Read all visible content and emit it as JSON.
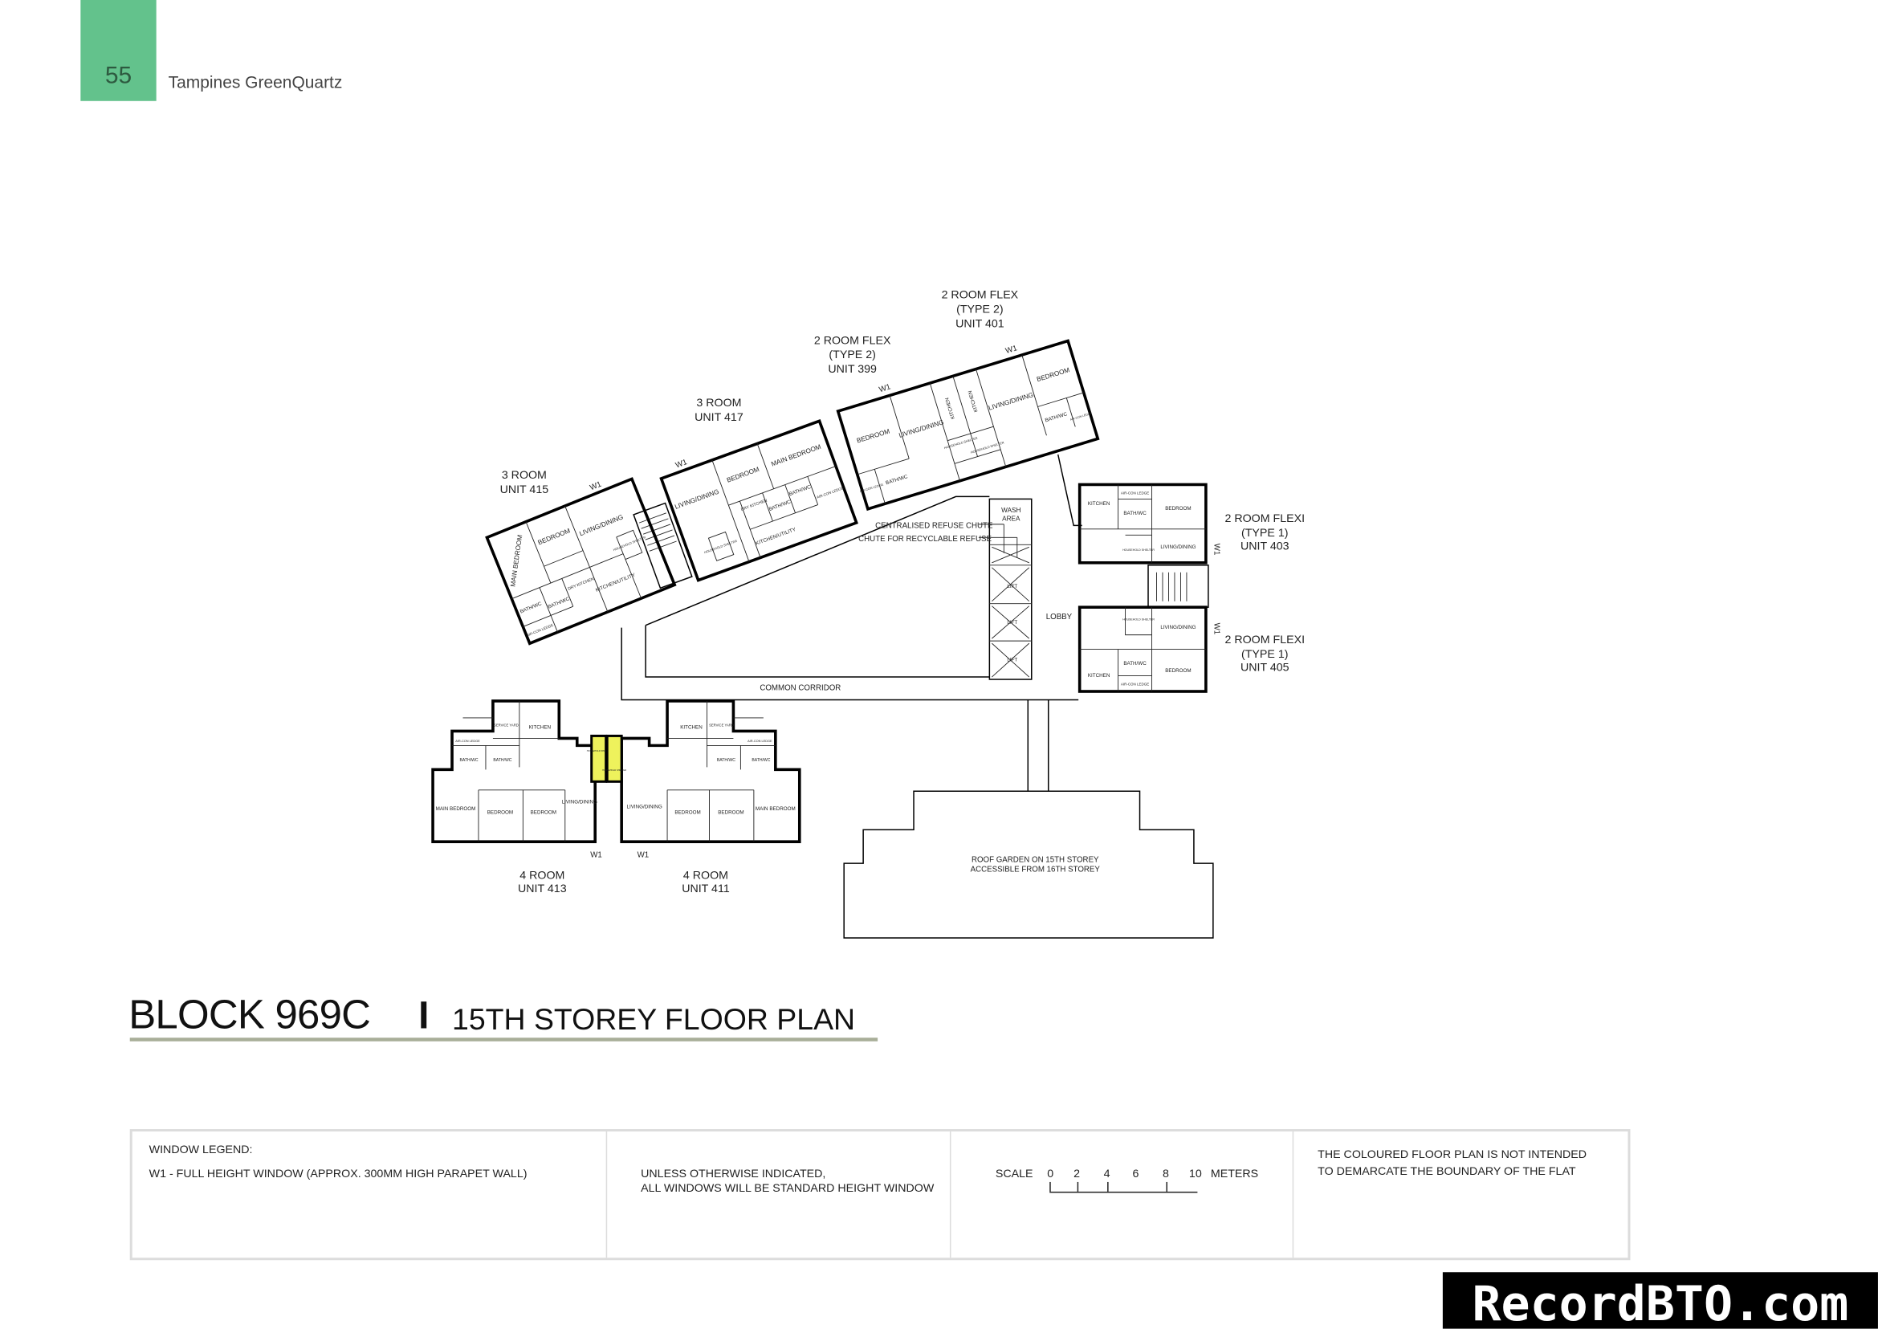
{
  "header": {
    "page_number": "55",
    "document_name": "Tampines GreenQuartz",
    "accent_color": "#63c28c"
  },
  "title": {
    "block": "BLOCK 969C",
    "separator": "I",
    "subtitle": "15TH STOREY FLOOR PLAN"
  },
  "colors": {
    "three_room": "#a5d17a",
    "two_room_flex_type2": "#e2836b",
    "two_room_flexi_type1": "#f5b98d",
    "four_room": "#eef25c"
  },
  "plan": {
    "units": {
      "u415": {
        "type": "3 ROOM",
        "unit": "UNIT 415",
        "rooms": [
          "MAIN BEDROOM",
          "BEDROOM",
          "LIVING/DINING",
          "BATH/WC",
          "BATH/WC",
          "DRY KITCHEN",
          "KITCHEN/UTILITY",
          "HOUSEHOLD SHELTER",
          "AIR-CON LEDGE"
        ]
      },
      "u417": {
        "type": "3 ROOM",
        "unit": "UNIT 417",
        "rooms": [
          "LIVING/DINING",
          "BEDROOM",
          "MAIN BEDROOM",
          "HOUSEHOLD SHELTER",
          "DRY KITCHEN",
          "BATH/WC",
          "BATH/WC",
          "KITCHEN/UTILITY",
          "AIR-CON LEDGE"
        ]
      },
      "u399": {
        "type": "2 ROOM FLEX",
        "subtype": "(TYPE 2)",
        "unit": "UNIT 399",
        "rooms": [
          "BEDROOM",
          "LIVING/DINING",
          "KITCHEN",
          "AIR-CON LEDGE",
          "BATH/WC",
          "HOUSEHOLD SHELTER"
        ]
      },
      "u401": {
        "type": "2 ROOM FLEX",
        "subtype": "(TYPE 2)",
        "unit": "UNIT 401",
        "rooms": [
          "KITCHEN",
          "LIVING/DINING",
          "BEDROOM",
          "BATH/WC",
          "AIR-CON LEDGE",
          "HOUSEHOLD SHELTER"
        ]
      },
      "u403": {
        "type": "2 ROOM FLEXI",
        "subtype": "(TYPE 1)",
        "unit": "UNIT 403",
        "rooms": [
          "KITCHEN",
          "AIR-CON LEDGE",
          "BATH/WC",
          "BEDROOM",
          "LIVING/DINING",
          "HOUSEHOLD SHELTER"
        ]
      },
      "u405": {
        "type": "2 ROOM FLEXI",
        "subtype": "(TYPE 1)",
        "unit": "UNIT 405",
        "rooms": [
          "HOUSEHOLD SHELTER",
          "LIVING/DINING",
          "KITCHEN",
          "BATH/WC",
          "AIR-CON LEDGE",
          "BEDROOM"
        ]
      },
      "u413": {
        "type": "4 ROOM",
        "unit": "UNIT 413",
        "rooms": [
          "MAIN BEDROOM",
          "BEDROOM",
          "BEDROOM",
          "LIVING/DINING",
          "KITCHEN",
          "SERVICE YARD",
          "AIR-CON LEDGE",
          "BATH/WC",
          "BATH/WC",
          "HOUSEHOLD SHELTER"
        ]
      },
      "u411": {
        "type": "4 ROOM",
        "unit": "UNIT 411",
        "rooms": [
          "LIVING/DINING",
          "BEDROOM",
          "BEDROOM",
          "MAIN BEDROOM",
          "KITCHEN",
          "SERVICE YARD",
          "AIR-CON LEDGE",
          "BATH/WC",
          "BATH/WC",
          "HOUSEHOLD SHELTER"
        ]
      }
    },
    "window_tag": "W1",
    "common": {
      "refuse_chute": "CENTRALISED REFUSE CHUTE",
      "recycle_chute": "CHUTE FOR RECYCLABLE REFUSE",
      "wash_area_1": "WASH",
      "wash_area_2": "AREA",
      "lift": "LIFT",
      "lobby": "LOBBY",
      "corridor": "COMMON CORRIDOR",
      "roof_garden_1": "ROOF GARDEN ON 15TH STOREY",
      "roof_garden_2": "ACCESSIBLE FROM 16TH STOREY"
    }
  },
  "legend": {
    "window_title": "WINDOW LEGEND:",
    "window_w1": "W1 -  FULL HEIGHT WINDOW (APPROX. 300MM HIGH PARAPET WALL)",
    "note_1": "UNLESS OTHERWISE INDICATED,",
    "note_2": "ALL WINDOWS WILL BE STANDARD HEIGHT WINDOW",
    "scale_label": "SCALE",
    "scale_ticks": [
      "0",
      "2",
      "4",
      "6",
      "8",
      "10"
    ],
    "scale_unit": "METERS",
    "disclaimer_1": "THE COLOURED FLOOR PLAN IS NOT INTENDED",
    "disclaimer_2": "TO DEMARCATE THE BOUNDARY OF THE FLAT"
  },
  "watermark": "RecordBTO.com"
}
